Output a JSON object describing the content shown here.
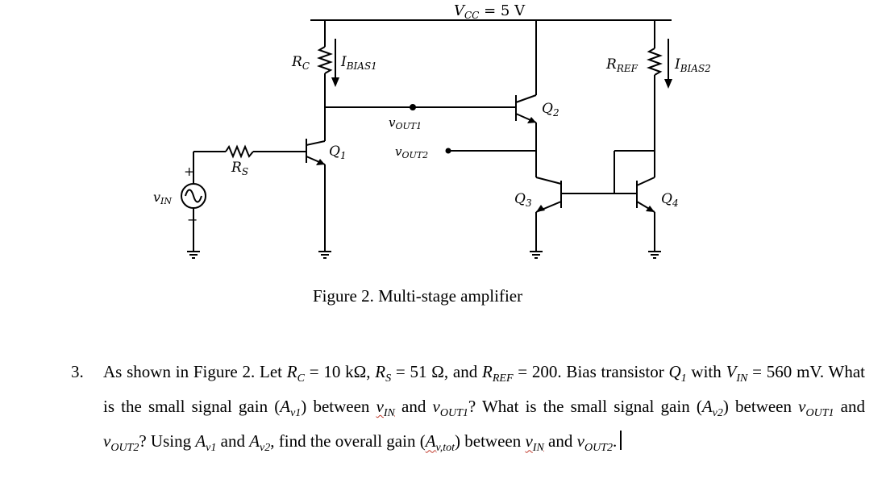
{
  "diagram": {
    "labels": {
      "vcc": "V",
      "vcc_sub": "CC",
      "vcc_value": " = 5 V",
      "rc": "R",
      "rc_sub": "C",
      "ibias1": "I",
      "ibias1_sub": "BIAS1",
      "rref": "R",
      "rref_sub": "REF",
      "ibias2": "I",
      "ibias2_sub": "BIAS2",
      "q1": "Q",
      "q1_sub": "1",
      "q2": "Q",
      "q2_sub": "2",
      "q3": "Q",
      "q3_sub": "3",
      "q4": "Q",
      "q4_sub": "4",
      "rs": "R",
      "rs_sub": "S",
      "vin": "v",
      "vin_sub": "IN",
      "vout1": "v",
      "vout1_sub": "OUT1",
      "vout2": "v",
      "vout2_sub": "OUT2",
      "plus": "+",
      "minus": "−"
    },
    "caption": "Figure 2. Multi-stage amplifier"
  },
  "question": {
    "number": "3.",
    "s1": "As shown in Figure 2. Let ",
    "rc_eq": " = 10 kΩ, ",
    "rs_eq": " = 51 Ω, and ",
    "rref_eq": " = 200. Bias transistor ",
    "s2": " with ",
    "vin_eq": " = 560 mV. What is the small signal gain (",
    "av1_close": ") between ",
    "and1": " and ",
    "s3": "? What is the small signal gain (",
    "av2_close": ") between ",
    "and2": " and ",
    "s4": "? Using ",
    "and3": " and ",
    "s5": ", find the overall gain (",
    "avtot_close": ") between ",
    "and4": " and ",
    "end": ".",
    "sym_R": "R",
    "sub_C": "C",
    "sub_S": "S",
    "sub_REF": "REF",
    "sym_Q": "Q",
    "sub_1": "1",
    "sym_V": "V",
    "sub_IN": "IN",
    "sym_A": "A",
    "sub_v1": "v1",
    "sub_v2": "v2",
    "sym_v": "v",
    "sub_OUT1": "OUT1",
    "sub_OUT2": "OUT2",
    "sub_vtot": "v,tot"
  }
}
